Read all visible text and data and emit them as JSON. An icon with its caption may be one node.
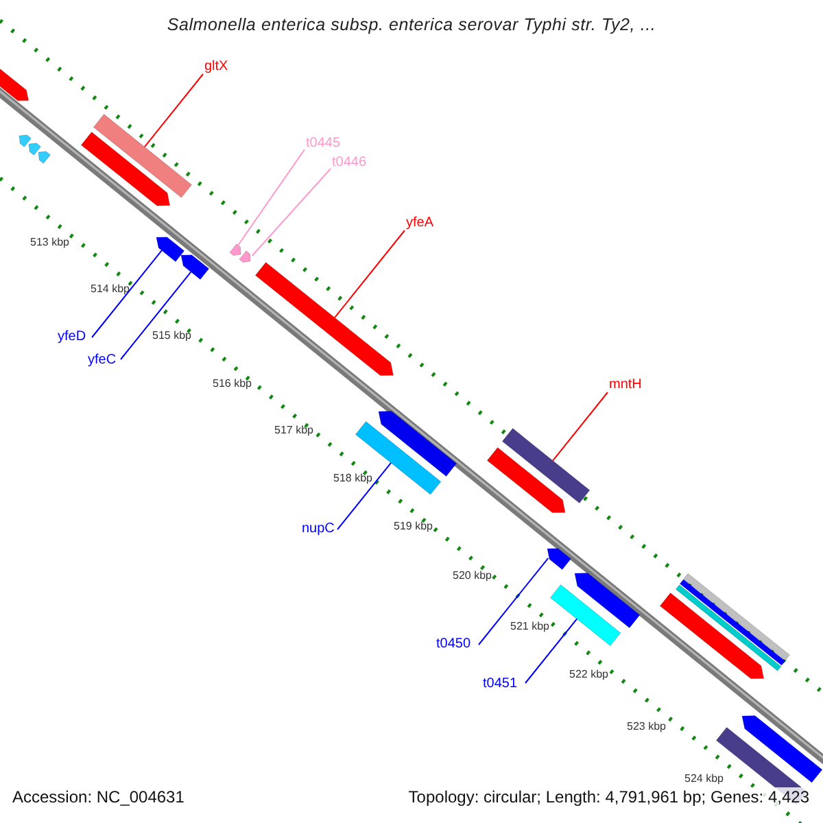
{
  "diagram": {
    "title": "Salmonella enterica subsp. enterica serovar Typhi str. Ty2, ...",
    "nodes": [
      {
        "text": [
          "gltX"
        ]
      },
      {
        "text": [
          "t0445"
        ]
      },
      {
        "text": [
          "t0446"
        ]
      },
      {
        "text": [
          "yfeA"
        ]
      },
      {
        "text": [
          "mntH"
        ]
      },
      {
        "text": [
          "yfeD"
        ]
      },
      {
        "text": [
          "yfeC"
        ]
      },
      {
        "text": [
          "nupC"
        ]
      },
      {
        "text": [
          "t0450"
        ]
      },
      {
        "text": [
          "t0451"
        ]
      },
      {
        "text": [],
        "shape": "bar"
      },
      {
        "text": [],
        "shape": "bar"
      },
      {
        "text": [],
        "shape": "bar"
      },
      {
        "text": [],
        "shape": "bar"
      },
      {
        "text": [],
        "shape": "bar"
      },
      {
        "text": [],
        "shape": "bar"
      },
      {
        "text": [],
        "shape": "bar"
      },
      {
        "text": [],
        "shape": "bar"
      },
      {
        "text": [],
        "shape": "bar"
      },
      {
        "text": [],
        "shape": "bar"
      },
      {
        "text": [],
        "shape": "bar"
      },
      {
        "text": [],
        "shape": "bar"
      },
      {
        "text": [],
        "shape": "bar"
      },
      {
        "text": [],
        "shape": "bar"
      },
      {
        "text": [],
        "shape": "bar"
      },
      {
        "text": [],
        "shape": "bar"
      },
      {
        "text": [],
        "shape": "bar"
      },
      {
        "text": [],
        "shape": "bar"
      },
      {
        "text": [],
        "shape": "bar"
      },
      {
        "text": [],
        "shape": "bar"
      },
      {
        "text": [],
        "shape": "bar"
      },
      {
        "text": [],
        "shape": "bar"
      },
      {
        "text": [],
        "shape": "bar"
      },
      {
        "text": [],
        "shape": "bar"
      }
    ],
    "edges": [
      {
        "from": 0,
        "to": 14,
        "arrow": "none",
        "color": "#ff0000"
      },
      {
        "from": 1,
        "to": 18,
        "arrow": "none",
        "color": "#ff99cc"
      },
      {
        "from": 2,
        "to": 19,
        "arrow": "none",
        "color": "#ff99cc"
      },
      {
        "from": 3,
        "to": 20,
        "arrow": "none",
        "color": "#ff0000"
      },
      {
        "from": 4,
        "to": 23,
        "arrow": "none",
        "color": "#ff0000"
      },
      {
        "from": 5,
        "to": 16,
        "arrow": "none"
      },
      {
        "from": 6,
        "to": 17,
        "arrow": "none"
      },
      {
        "from": 7,
        "to": 22,
        "arrow": "none"
      },
      {
        "from": 8,
        "to": 25,
        "arrow": "none"
      },
      {
        "from": 9,
        "to": 27,
        "arrow": "none"
      }
    ],
    "labels": [
      "513 kbp",
      "514 kbp",
      "515 kbp",
      "516 kbp",
      "517 kbp",
      "518 kbp",
      "519 kbp",
      "520 kbp",
      "521 kbp",
      "522 kbp",
      "523 kbp",
      "524 kbp",
      "Accession: NC_004631",
      "Topology: circular; Length: 4,791,961 bp; Genes: 4,423"
    ]
  }
}
